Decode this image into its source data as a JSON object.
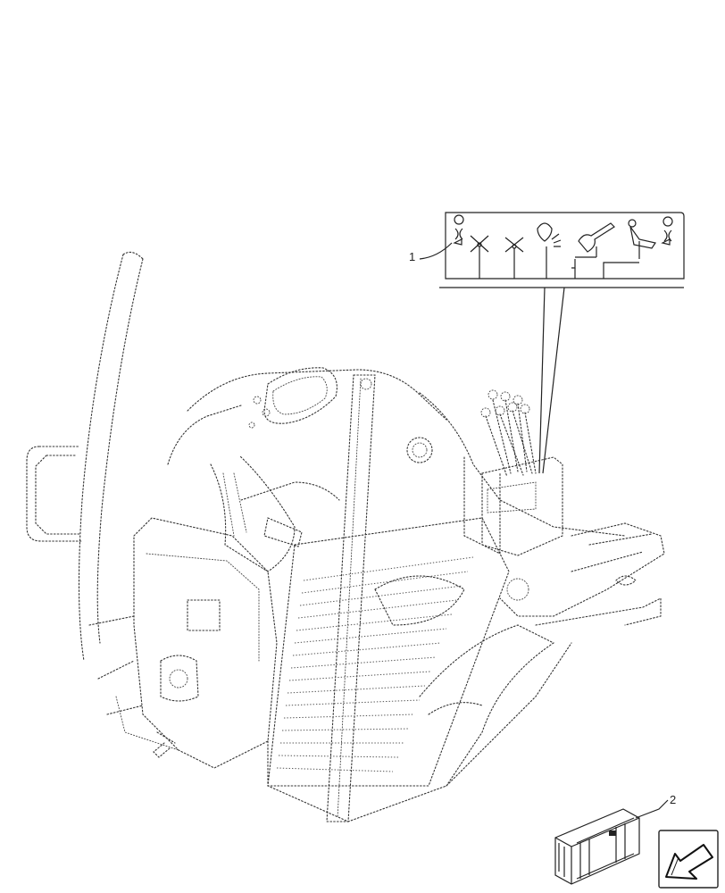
{
  "diagram": {
    "callouts": [
      {
        "id": "1",
        "label": "1"
      },
      {
        "id": "2",
        "label": "2"
      }
    ],
    "icons": {
      "decal": [
        "lever-icon",
        "crossed-arrows-icon",
        "crossed-arrows-icon",
        "lamp-icon",
        "loader-bucket-icon",
        "loader-arm-icon",
        "lever-icon"
      ],
      "kit_box": "crate-icon",
      "nav": "arrow-left-down-icon"
    },
    "colors": {
      "line": "#333333",
      "background": "#ffffff"
    }
  }
}
